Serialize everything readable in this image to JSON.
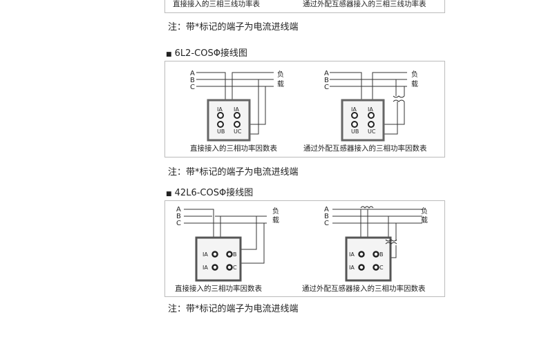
{
  "top_section": {
    "captions": [
      "直接接入的三相三线功率表",
      "通过外配互感器接入的三相三线功率表"
    ],
    "note": "注：带*标记的端子为电流进线端"
  },
  "section_6l2": {
    "heading": "6L2-COSΦ接线图",
    "bullet": "■",
    "phase_labels": [
      "A",
      "B",
      "C"
    ],
    "load_labels": [
      "负",
      "载"
    ],
    "terminal_labels": [
      "IA",
      "IA",
      "UB",
      "UC"
    ],
    "captions": [
      "直接接入的三相功率因数表",
      "通过外配互感器接入的三相功率因数表"
    ],
    "note": "注：带*标记的端子为电流进线端"
  },
  "section_42l6": {
    "heading": "42L6-COSΦ接线图",
    "bullet": "■",
    "phase_labels": [
      "A",
      "B",
      "C"
    ],
    "load_labels": [
      "负",
      "载"
    ],
    "terminal_labels": [
      "IA",
      "IA",
      "B",
      "C"
    ],
    "captions": [
      "直接接入的三相功率因数表",
      "通过外配互感器接入的三相功率因数表"
    ],
    "note": "注：带*标记的端子为电流进线端"
  }
}
